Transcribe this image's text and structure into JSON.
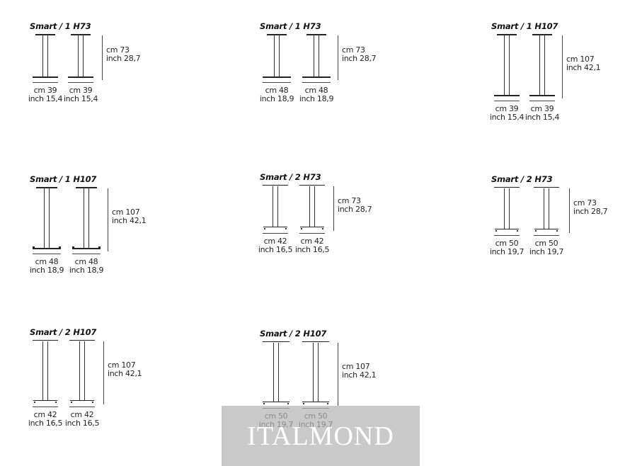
{
  "groups": [
    {
      "title": "Smart / 1 H73",
      "kind": "round-base",
      "height": {
        "cm": "cm 73",
        "inch": "inch 28,7"
      },
      "tables": [
        {
          "cm": "cm 39",
          "inch": "inch 15,4"
        },
        {
          "cm": "cm 39",
          "inch": "inch 15,4"
        }
      ]
    },
    {
      "title": "Smart / 1 H73",
      "kind": "round-base",
      "height": {
        "cm": "cm 73",
        "inch": "inch 28,7"
      },
      "tables": [
        {
          "cm": "cm 48",
          "inch": "inch 18,9"
        },
        {
          "cm": "cm 48",
          "inch": "inch 18,9"
        }
      ]
    },
    {
      "title": "Smart / 1 H107",
      "kind": "round-base",
      "height": {
        "cm": "cm 107",
        "inch": "inch 42,1"
      },
      "tables": [
        {
          "cm": "cm 39",
          "inch": "inch 15,4"
        },
        {
          "cm": "cm 39",
          "inch": "inch 15,4"
        }
      ]
    },
    {
      "title": "Smart / 1 H107",
      "kind": "round-base",
      "height": {
        "cm": "cm 107",
        "inch": "inch 42,1"
      },
      "tables": [
        {
          "cm": "cm 48",
          "inch": "inch 18,9"
        },
        {
          "cm": "cm 48",
          "inch": "inch 18,9"
        }
      ]
    },
    {
      "title": "Smart / 2 H73",
      "kind": "cross-base",
      "height": {
        "cm": "cm 73",
        "inch": "inch 28,7"
      },
      "tables": [
        {
          "cm": "cm 42",
          "inch": "inch 16,5"
        },
        {
          "cm": "cm 42",
          "inch": "inch 16,5"
        }
      ]
    },
    {
      "title": "Smart / 2 H73",
      "kind": "cross-base",
      "height": {
        "cm": "cm 73",
        "inch": "inch 28,7"
      },
      "tables": [
        {
          "cm": "cm 50",
          "inch": "inch 19,7"
        },
        {
          "cm": "cm 50",
          "inch": "inch 19,7"
        }
      ]
    },
    {
      "title": "Smart / 2 H107",
      "kind": "cross-base",
      "height": {
        "cm": "cm 107",
        "inch": "inch 42,1"
      },
      "tables": [
        {
          "cm": "cm 42",
          "inch": "inch 16,5"
        },
        {
          "cm": "cm 42",
          "inch": "inch 16,5"
        }
      ]
    },
    {
      "title": "Smart / 2 H107",
      "kind": "cross-base",
      "height": {
        "cm": "cm 107",
        "inch": "inch 42,1"
      },
      "tables": [
        {
          "cm": "cm 50",
          "inch": "inch 19,7"
        },
        {
          "cm": "cm 50",
          "inch": "inch 19,7"
        }
      ]
    }
  ],
  "watermark": "ITALMOND",
  "colors": {
    "line": "#222222",
    "watermark_bg": "#b4b4b4",
    "watermark_text": "#ffffff"
  }
}
